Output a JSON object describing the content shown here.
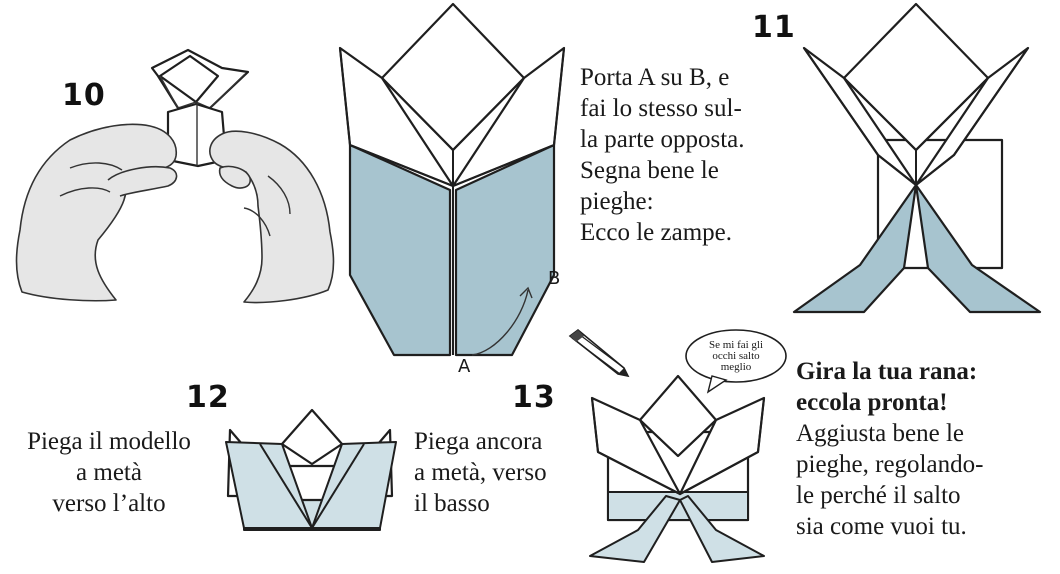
{
  "steps": {
    "s10": {
      "number": "10"
    },
    "s11": {
      "number": "11",
      "text": [
        "Porta A su B, e",
        "fai lo stesso sul-",
        "la parte opposta.",
        "Segna bene  le",
        "pieghe:",
        "Ecco le zampe."
      ],
      "label_a": "A",
      "label_b": "B"
    },
    "s12": {
      "number": "12",
      "text": [
        "Piega il modello",
        "a metà",
        "verso l’alto"
      ]
    },
    "s13": {
      "number": "13",
      "text": [
        "Piega ancora",
        "a metà, verso",
        "il basso"
      ]
    },
    "final": {
      "title": [
        "Gira la tua rana:",
        "eccola pronta!"
      ],
      "text": [
        "Aggiusta bene le",
        "pieghe, regolando-",
        "le perché il salto",
        "sia come vuoi tu."
      ]
    }
  },
  "speech_bubble": [
    "Se mi fai gli",
    "occhi salto",
    "meglio"
  ],
  "colors": {
    "blue": "#a7c4cf",
    "light_blue": "#cfe0e6",
    "hand_gray": "#e6e6e6"
  },
  "icons": [
    "hands-folding-illustration",
    "pencil-icon"
  ]
}
